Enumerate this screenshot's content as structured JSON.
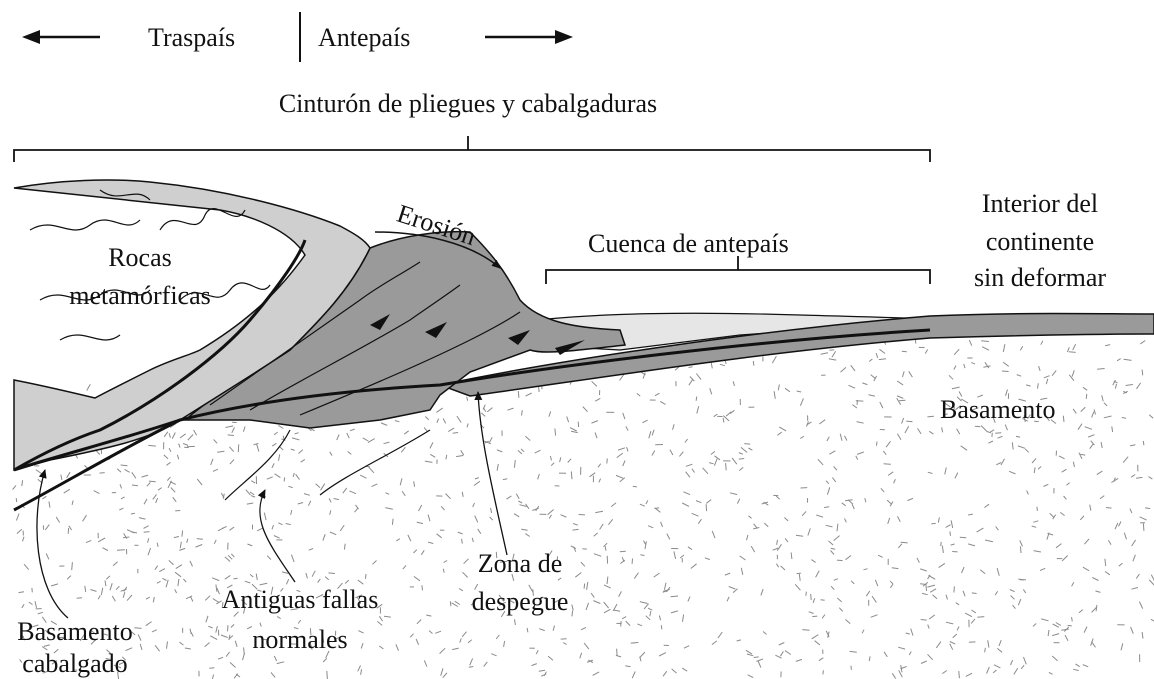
{
  "header": {
    "hinterland": "Traspaís",
    "foreland": "Antepaís"
  },
  "labels": {
    "fold_thrust_belt": "Cinturón de pliegues y cabalgaduras",
    "erosion": "Erosión",
    "foreland_basin": "Cuenca de antepaís",
    "interior_line1": "Interior del",
    "interior_line2": "continente",
    "interior_line3": "sin deformar",
    "metamorphic_line1": "Rocas",
    "metamorphic_line2": "metamórficas",
    "basement": "Basamento",
    "detachment_line1": "Zona de",
    "detachment_line2": "despegue",
    "normal_faults_line1": "Antiguas fallas",
    "normal_faults_line2": "normales",
    "thrust_basement_line1": "Basamento",
    "thrust_basement_line2": "cabalgado"
  },
  "colors": {
    "metamorphic": "#cfcfcf",
    "thrust_sheets": "#9a9a9a",
    "basin_fill": "#e6e6e6",
    "basement_ticks": "#8a8a8a",
    "line": "#111111"
  }
}
